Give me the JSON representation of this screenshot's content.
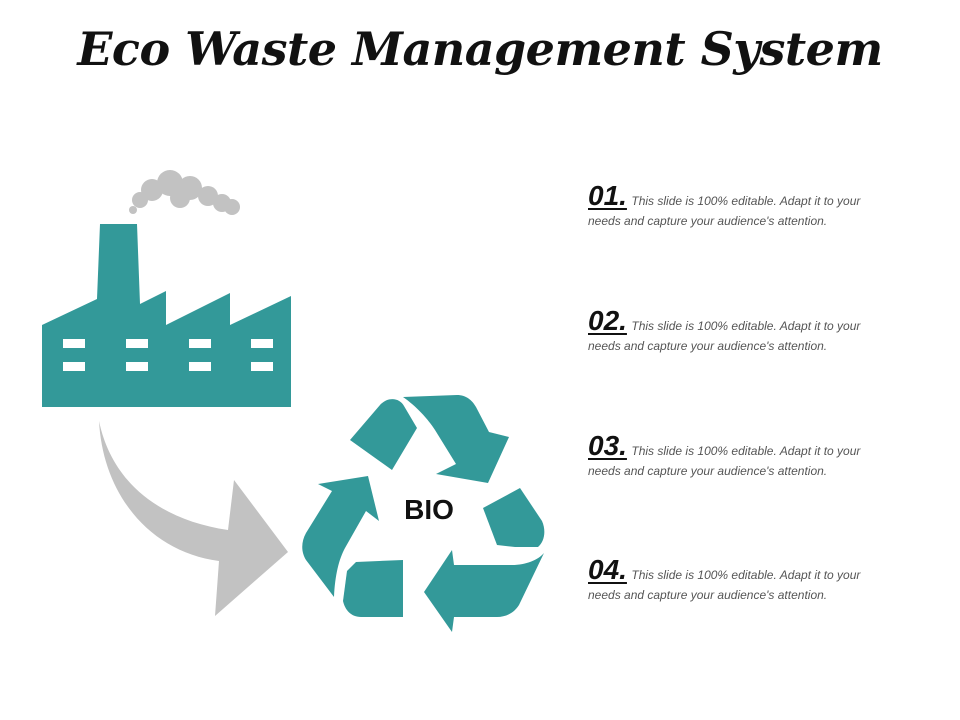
{
  "title": "Eco Waste Management System",
  "colors": {
    "teal": "#339999",
    "grey": "#c2c2c2",
    "text": "#111111"
  },
  "icons": [
    "factory-icon",
    "smoke-cloud-icon",
    "curved-arrow-icon",
    "recycle-icon"
  ],
  "recycle_label": "BIO",
  "items": [
    {
      "number": "01.",
      "line1": "This slide is 100% editable. Adapt it to your",
      "line2": "needs and capture your audience's attention."
    },
    {
      "number": "02.",
      "line1": "This slide is 100% editable. Adapt it to your",
      "line2": "needs and capture your audience's attention."
    },
    {
      "number": "03.",
      "line1": "This slide is 100% editable. Adapt it to your",
      "line2": "needs and capture your audience's attention."
    },
    {
      "number": "04.",
      "line1": "This slide is 100% editable. Adapt it to your",
      "line2": "needs and capture your audience's attention."
    }
  ]
}
